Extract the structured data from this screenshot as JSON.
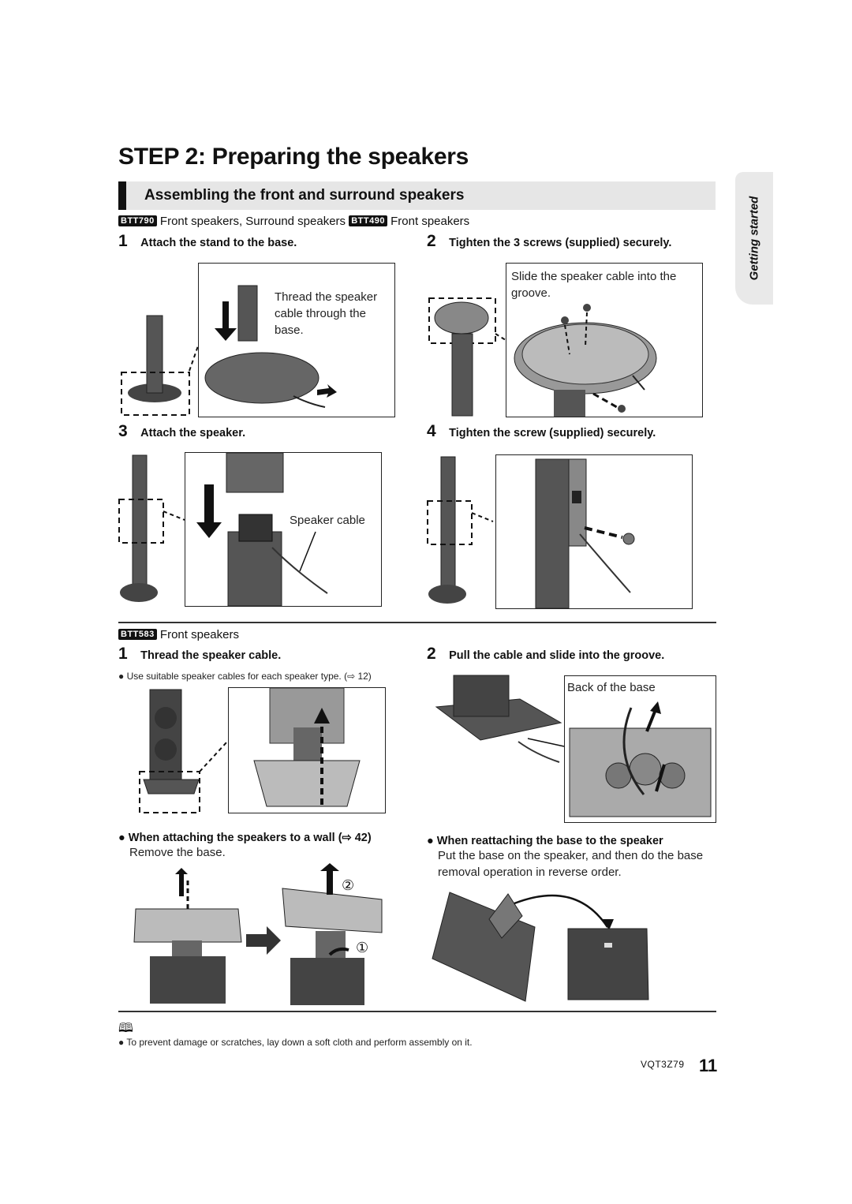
{
  "page_title": "STEP 2: Preparing the speakers",
  "section_title": "Assembling the front and surround speakers",
  "side_tab": "Getting started",
  "models": {
    "btt790": {
      "badge": "BTT790",
      "text": "Front speakers, Surround speakers"
    },
    "btt490": {
      "badge": "BTT490",
      "text": "Front speakers"
    },
    "btt583": {
      "badge": "BTT583",
      "text": "Front speakers"
    }
  },
  "steps_a": [
    {
      "num": "1",
      "text": "Attach the stand to the base."
    },
    {
      "num": "2",
      "text": "Tighten the 3 screws (supplied) securely."
    },
    {
      "num": "3",
      "text": "Attach the speaker."
    },
    {
      "num": "4",
      "text": "Tighten the screw (supplied) securely."
    }
  ],
  "callouts": {
    "thread": "Thread the speaker cable through the base.",
    "slide": "Slide the speaker cable into the groove.",
    "speaker_cable": "Speaker cable",
    "back_of_base": "Back of the base"
  },
  "steps_b": [
    {
      "num": "1",
      "text": "Thread the speaker cable."
    },
    {
      "num": "2",
      "text": "Pull the cable and slide into the groove."
    }
  ],
  "cable_note": "Use suitable speaker cables for each speaker type. (⇨ 12)",
  "wall": {
    "heading": "When attaching the speakers to a wall (⇨ 42)",
    "text": "Remove the base."
  },
  "reattach": {
    "heading": "When reattaching the base to the speaker",
    "text": "Put the base on the speaker, and then do the base removal operation in reverse order."
  },
  "circled": {
    "one": "①",
    "two": "②"
  },
  "footnote": "To prevent damage or scratches, lay down a soft cloth and perform assembly on it.",
  "footer": {
    "code": "VQT3Z79",
    "page": "11"
  }
}
